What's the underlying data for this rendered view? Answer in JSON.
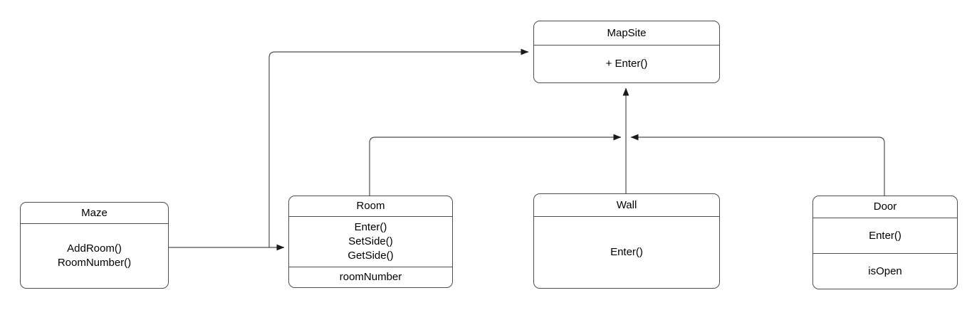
{
  "diagram": {
    "type": "uml-class-diagram",
    "background_color": "#ffffff",
    "line_color": "#4d4d4d",
    "text_color": "#000000",
    "classes": {
      "mapsite": {
        "name": "MapSite",
        "operations": "+ Enter()"
      },
      "maze": {
        "name": "Maze",
        "operations": "AddRoom()\nRoomNumber()"
      },
      "room": {
        "name": "Room",
        "operations": "Enter()\nSetSide()\nGetSide()",
        "attributes": "roomNumber"
      },
      "wall": {
        "name": "Wall",
        "operations": "Enter()"
      },
      "door": {
        "name": "Door",
        "operations": "Enter()",
        "attributes": "isOpen"
      }
    },
    "relationships": [
      {
        "id": "maze-to-room",
        "from": "Maze",
        "to": "Room",
        "arrow": "filled-open-arrow"
      },
      {
        "id": "maze-to-mapsite",
        "from": "Maze",
        "to": "MapSite",
        "arrow": "filled-open-arrow"
      },
      {
        "id": "wall-to-mapsite",
        "from": "Wall",
        "to": "MapSite",
        "arrow": "filled-open-arrow"
      },
      {
        "id": "room-to-junction",
        "from": "Room",
        "to": "MapSite",
        "arrow": "filled-open-arrow"
      },
      {
        "id": "door-to-junction",
        "from": "Door",
        "to": "MapSite",
        "arrow": "filled-open-arrow"
      }
    ]
  }
}
